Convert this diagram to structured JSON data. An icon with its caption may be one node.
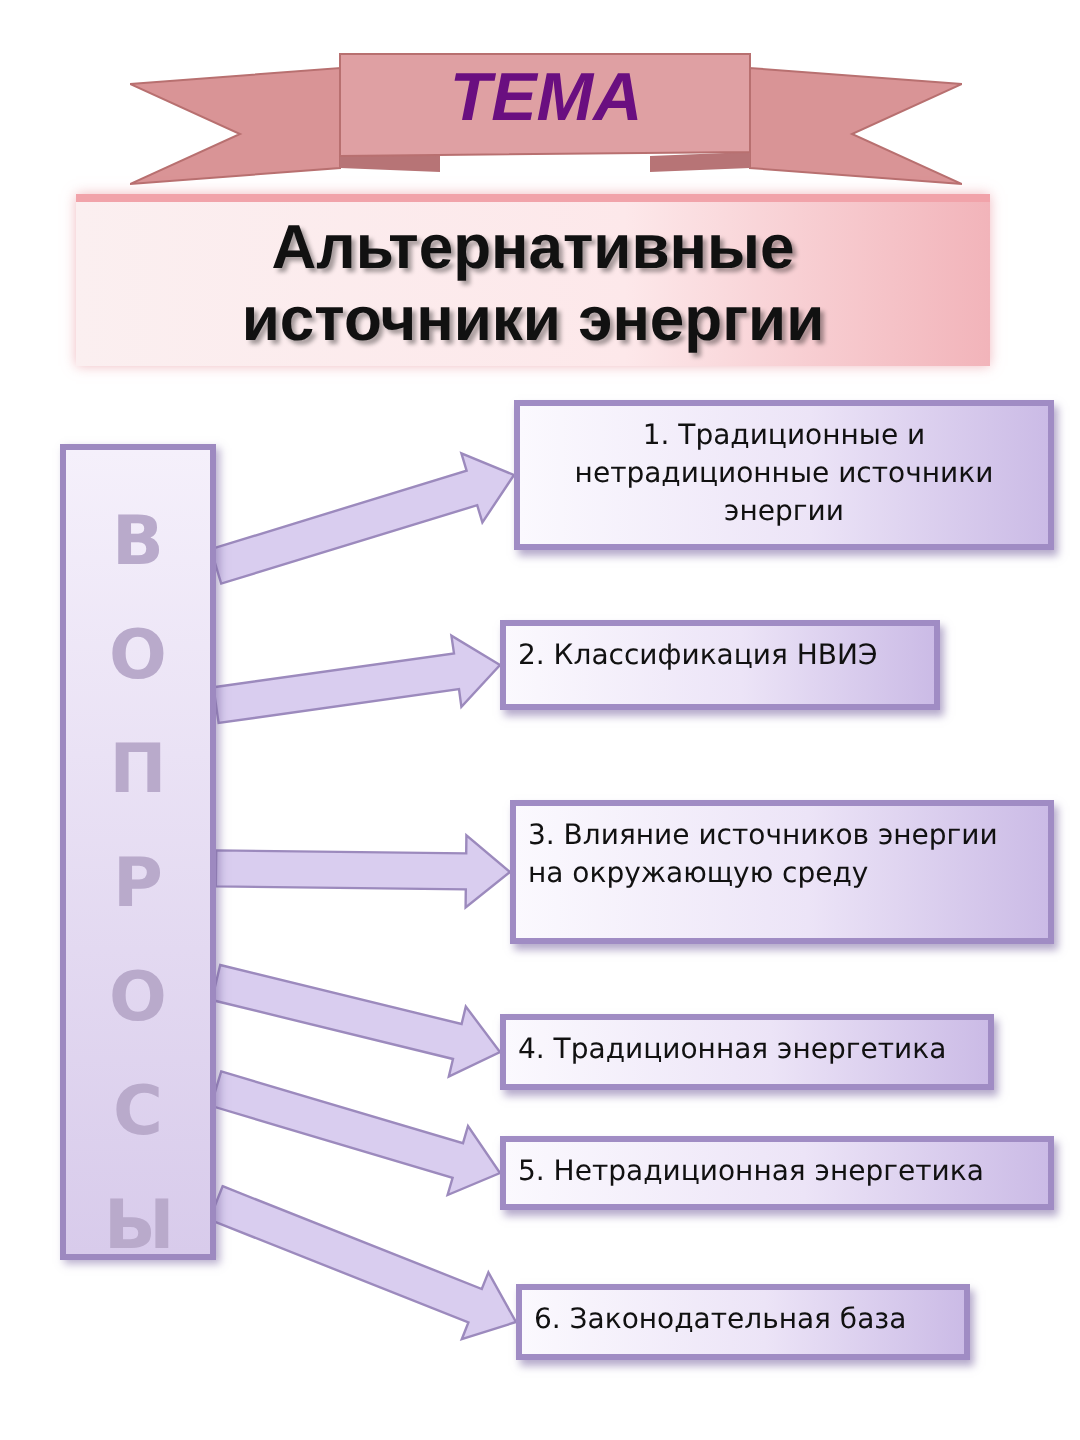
{
  "diagram": {
    "nodes": [
      {
        "text": [
          "ТЕМА"
        ]
      },
      {
        "text": [
          "Альтернативные источники энергии"
        ]
      },
      {
        "text": [
          "ВОПРОСЫ"
        ]
      },
      {
        "text": [
          "1. Традиционные и нетрадиционные источники энергии"
        ]
      },
      {
        "text": [
          "2. Классификация НВИЭ"
        ]
      },
      {
        "text": [
          "3. Влияние источников энергии на окружающую среду"
        ]
      },
      {
        "text": [
          "4. Традиционная энергетика"
        ]
      },
      {
        "text": [
          "5. Нетрадиционная энергетика"
        ]
      },
      {
        "text": [
          "6. Законодательная база"
        ]
      }
    ],
    "edges": [
      {
        "from": 2,
        "to": 3,
        "arrow": "to"
      },
      {
        "from": 2,
        "to": 4,
        "arrow": "to"
      },
      {
        "from": 2,
        "to": 5,
        "arrow": "to"
      },
      {
        "from": 2,
        "to": 6,
        "arrow": "to"
      },
      {
        "from": 2,
        "to": 7,
        "arrow": "to"
      },
      {
        "from": 2,
        "to": 8,
        "arrow": "to"
      }
    ]
  }
}
